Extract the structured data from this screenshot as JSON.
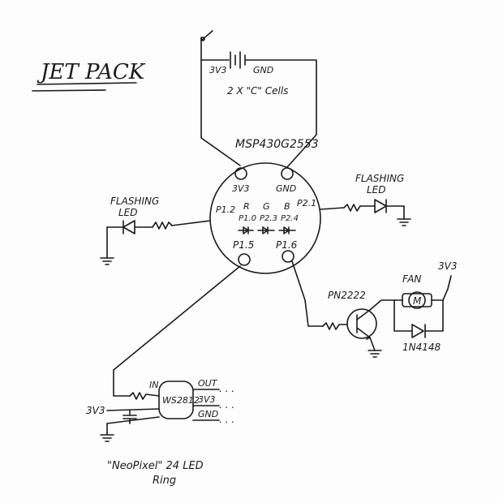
{
  "title": "JET PACK",
  "battery": {
    "pos": "3V3",
    "neg": "GND",
    "caption": "2 X \"C\" Cells"
  },
  "mcu": {
    "name": "MSP430G2553",
    "pin_3v3": "3V3",
    "pin_gnd": "GND",
    "pin_left": "P1.2",
    "pin_right": "P2.1",
    "pin_bl": "P1.5",
    "pin_br": "P1.6",
    "rgb_r": "R",
    "rgb_g": "G",
    "rgb_b": "B",
    "rgb_r_pin": "P1.0",
    "rgb_g_pin": "P2.3",
    "rgb_b_pin": "P2.4"
  },
  "led_left": {
    "line1": "FLASHING",
    "line2": "LED"
  },
  "led_right": {
    "line1": "FLASHING",
    "line2": "LED"
  },
  "transistor": "PN2222",
  "fan": {
    "label": "FAN",
    "supply": "3V3",
    "motor": "M",
    "diode": "1N4148"
  },
  "ring": {
    "chip": "WS2812",
    "pin_in": "IN",
    "pin_out": "OUT",
    "pin_3v3": "3V3",
    "pin_gnd": "GND",
    "supply": "3V3",
    "caption1": "\"NeoPixel\" 24 LED",
    "caption2": "Ring"
  }
}
